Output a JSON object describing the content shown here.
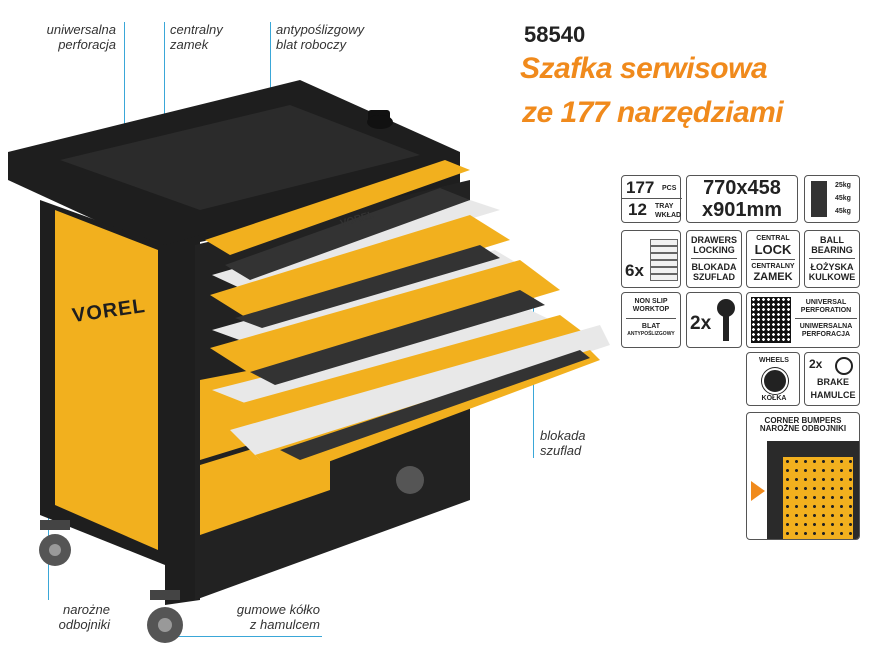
{
  "product": {
    "code": "58540",
    "title_line1": "Szafka serwisowa",
    "title_line2": "ze 177 narzędziami"
  },
  "callouts": {
    "perforation": [
      "uniwersalna",
      "perforacja"
    ],
    "central_lock": [
      "centralny",
      "zamek"
    ],
    "worktop": [
      "antypoślizgowy",
      "blat roboczy"
    ],
    "drawer_lock": [
      "blokada",
      "szuflad"
    ],
    "bumpers": [
      "narożne",
      "odbojniki"
    ],
    "wheel": [
      "gumowe kółko",
      "z hamulcem"
    ]
  },
  "brand": {
    "side_logo": "VOREL",
    "drawer_logo": "VOREL"
  },
  "specs": {
    "pcs_count": "177",
    "pcs_unit": "PCS",
    "tray_count": "12",
    "tray_unit_en": "TRAY",
    "tray_unit_pl": "WKŁAD",
    "dimensions_line1": "770x458",
    "dimensions_line2": "x901mm",
    "weights": [
      "25kg",
      "45kg",
      "45kg"
    ],
    "drawer_count": "6x",
    "drawers_locking_en": [
      "DRAWERS",
      "LOCKING"
    ],
    "drawers_locking_pl": [
      "BLOKADA",
      "SZUFLAD"
    ],
    "central_lock_en": [
      "CENTRAL",
      "LOCK"
    ],
    "central_lock_pl": [
      "CENTRALNY",
      "ZAMEK"
    ],
    "ball_bearing_en": [
      "BALL",
      "BEARING"
    ],
    "ball_bearing_pl": [
      "ŁOŻYSKA",
      "KULKOWE"
    ],
    "non_slip_en": [
      "NON SLIP",
      "WORKTOP"
    ],
    "non_slip_pl": [
      "BLAT",
      "ANTYPOŚLIZGOWY"
    ],
    "keys": "2x",
    "universal_perf_en": [
      "UNIVERSAL",
      "PERFORATION"
    ],
    "universal_perf_pl": [
      "UNIWERSALNA",
      "PERFORACJA"
    ],
    "wheels_en": "WHEELS",
    "wheels_pl": "KÓŁKA",
    "brake_count": "2x",
    "brake_en": "BRAKE",
    "brake_pl": "HAMULCE",
    "bumpers_en": "CORNER BUMPERS",
    "bumpers_pl": "NAROŻNE ODBOJNIKI"
  },
  "colors": {
    "accent": "#f08a1c",
    "cabinet_yellow": "#f2b01e",
    "cabinet_black": "#1e1e1e",
    "callout_line": "#3aa7d8"
  }
}
